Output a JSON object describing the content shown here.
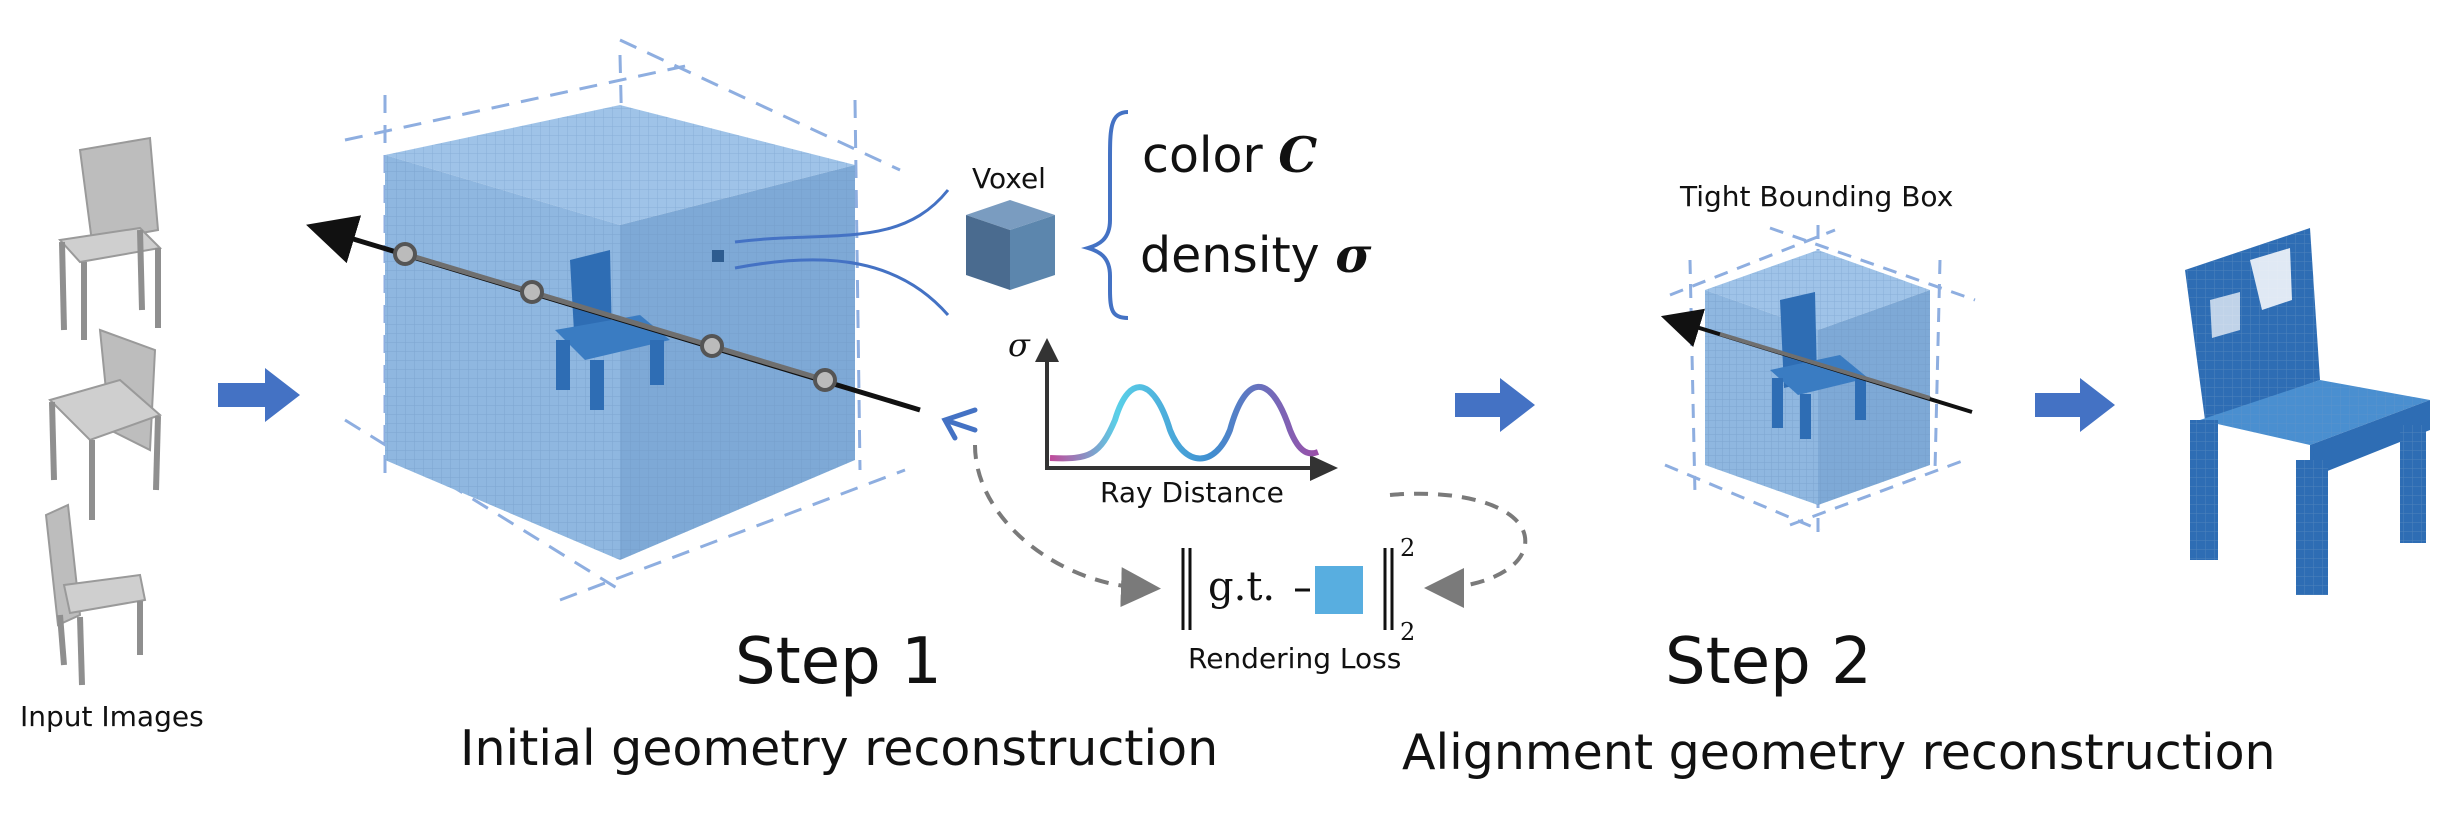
{
  "labels": {
    "input_images": "Input Images",
    "voxel": "Voxel",
    "color_word": "color",
    "color_symbol": "C",
    "density_word": "density",
    "density_symbol": "σ",
    "sigma_axis": "σ",
    "ray_distance": "Ray Distance",
    "loss_gt": "g.t.",
    "loss_norm_exp": "2",
    "loss_norm_sub": "2",
    "rendering_loss": "Rendering Loss",
    "tight_bounding_box": "Tight Bounding Box",
    "step1_title": "Step 1",
    "step1_caption": "Initial geometry reconstruction",
    "step2_title": "Step 2",
    "step2_caption": "Alignment geometry reconstruction"
  },
  "colors": {
    "arrow_blue": "#4472c4",
    "voxel_cube_light": "#8fb7e0",
    "voxel_cube_dark": "#6f9bc9",
    "dashed_bbox": "#8eaee0",
    "chair_blue": "#2e6db4",
    "chair_gray": "#b4b4b4",
    "small_voxel_top": "#7a9cc0",
    "small_voxel_front": "#4a6b8f",
    "loss_square": "#58aee0",
    "curve_cyan": "#5ad0e8",
    "curve_purple": "#9b4fa8"
  },
  "icons": [
    "input-chair-front",
    "input-chair-side",
    "input-chair-back",
    "eye-icon",
    "voxel-cube-icon",
    "brace-icon"
  ]
}
